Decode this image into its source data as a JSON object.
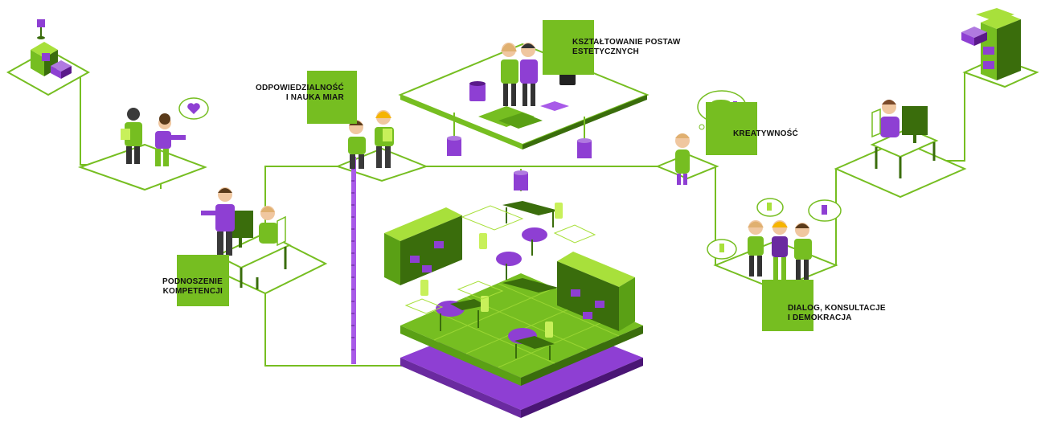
{
  "colors": {
    "green": "#76be21",
    "light_green": "#a8e03b",
    "dark_green": "#3a6d0c",
    "purple": "#8e3fd3",
    "dark_purple": "#5a1a8a",
    "ink": "#111111"
  },
  "labels": {
    "responsibility": {
      "line1": "ODPOWIEDZIALNOŚĆ",
      "line2": "I NAUKA MIAR"
    },
    "aesthetic": {
      "line1": "KSZTAŁTOWANIE POSTAW",
      "line2": "ESTETYCZNYCH"
    },
    "creativity": {
      "line1": "KREATYWNOŚĆ"
    },
    "competence": {
      "line1": "PODNOSZENIE",
      "line2": "KOMPETENCJI"
    },
    "dialog": {
      "line1": "DIALOG, KONSULTACJE",
      "line2": "I DEMOKRACJA"
    }
  },
  "icons": {
    "heart": "heart-icon",
    "chair": "chair-icon",
    "computer": "computer-icon",
    "paint_bucket": "paint-bucket-icon",
    "ruler": "ruler-icon",
    "shelf": "shelf-icon"
  }
}
